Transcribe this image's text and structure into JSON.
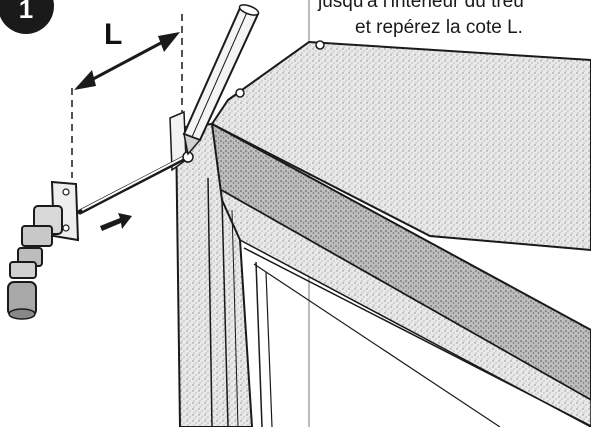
{
  "step_number": "1",
  "instruction": {
    "line1": "jusqu'à l'intérieur du treu",
    "line2": "et repérez la cote L."
  },
  "dimension_label": "L",
  "colors": {
    "ink": "#1a1a1a",
    "frame_fill": "#e4e4e4",
    "band_fill": "#b9b9b9",
    "paper": "#ffffff"
  }
}
